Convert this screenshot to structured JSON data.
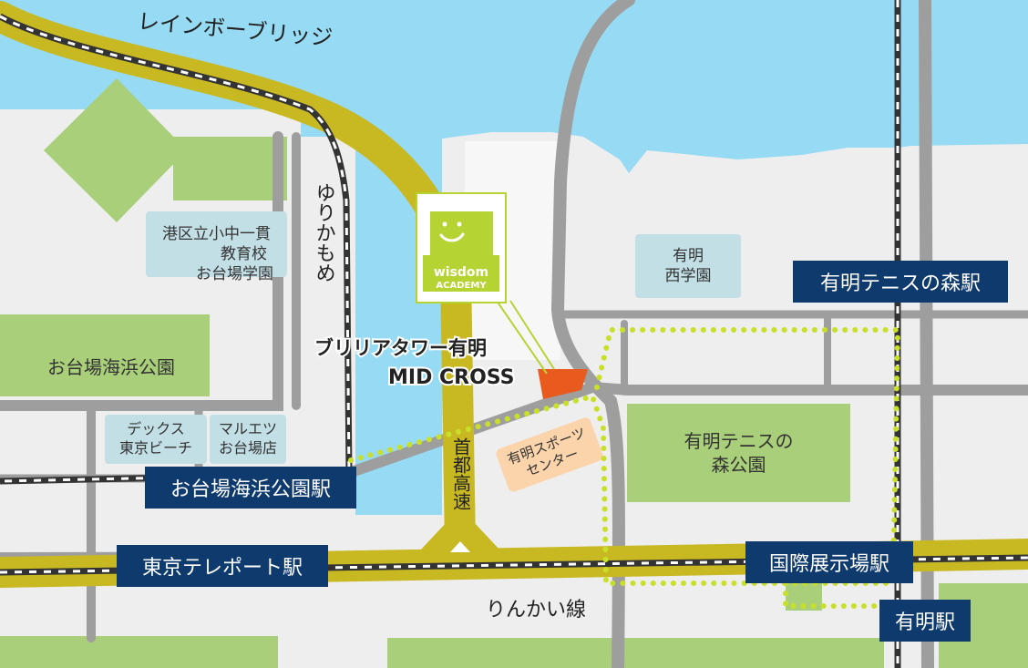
{
  "map": {
    "colors": {
      "water": "#97daf3",
      "land": "#eeeeee",
      "road": "#9e9e9e",
      "expressway": "#c8b821",
      "park": "#a9cf7a",
      "school_block": "#c3dfe6",
      "sports_block": "#fbd4ac",
      "station_box": "#0f3a6e",
      "target_building": "#e85a1e",
      "walking_route": "#c8e02a",
      "logo_green": "#b6d334"
    },
    "labels": {
      "rainbow_bridge": "レインボーブリッジ",
      "yurikamome": "ゆりかもめ",
      "shuto_kosoku": "首都高速",
      "rinkai_line": "りんかい線",
      "school_odaiba": [
        "港区立小中一貫",
        "教育校",
        "お台場学園"
      ],
      "odaiba_park": "お台場海浜公園",
      "decks": [
        "デックス",
        "東京ビーチ"
      ],
      "maruetsu": [
        "マルエツ",
        "お台場店"
      ],
      "ariake_nishi": [
        "有明",
        "西学園"
      ],
      "tennis_park": [
        "有明テニスの",
        "森公園"
      ],
      "sports_center": [
        "有明スポーツ",
        "センター"
      ],
      "building_name": "ブリリアタワー有明",
      "building_sub": "MID CROSS"
    },
    "stations": {
      "odaiba_kaihin_koen": "お台場海浜公園駅",
      "tokyo_teleport": "東京テレポート駅",
      "kokusai_tenjijo": "国際展示場駅",
      "ariake_tennis": "有明テニスの森駅",
      "ariake": "有明駅"
    },
    "logo": {
      "line1": "wisdom",
      "line2": "ACADEMY",
      "icon": "smiley-face-icon"
    }
  }
}
